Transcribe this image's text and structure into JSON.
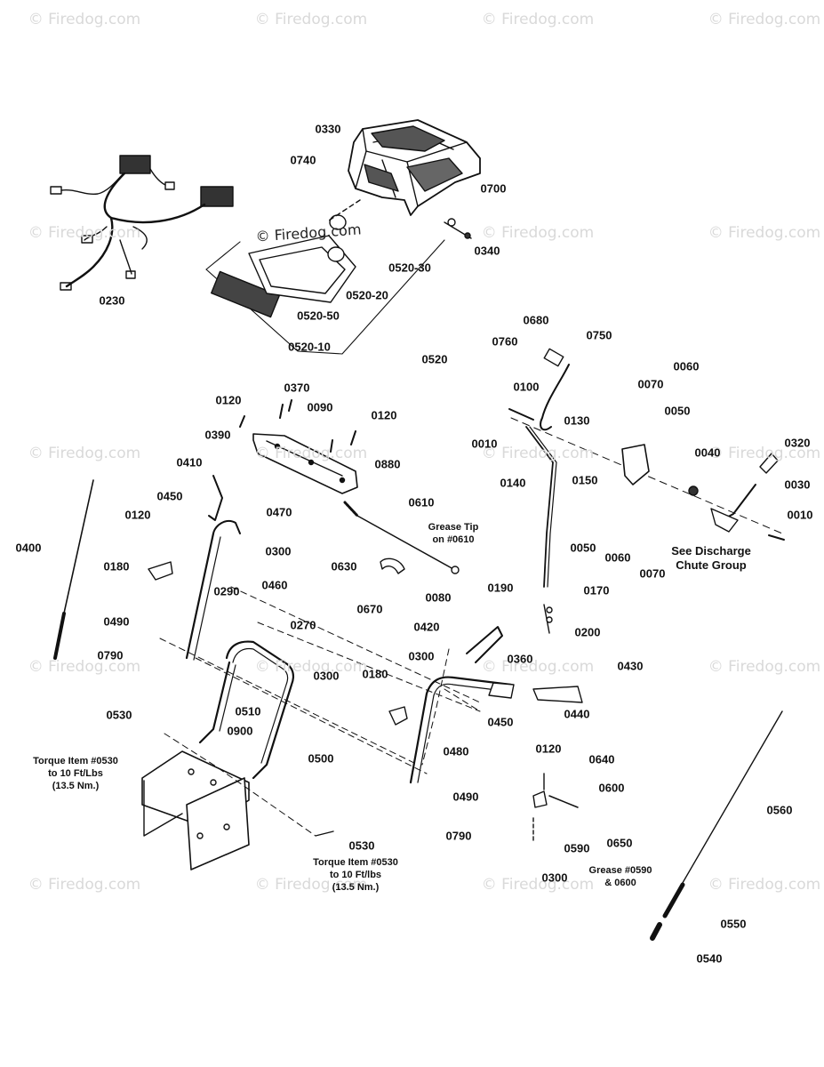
{
  "watermark": {
    "text": "© Firedog.com",
    "center_text": "© Firedog.com"
  },
  "parts": [
    "0330",
    "0740",
    "0700",
    "0340",
    "0520-30",
    "0520-20",
    "0520-50",
    "0520-10",
    "0520",
    "0230",
    "0680",
    "0760",
    "0750",
    "0100",
    "0060",
    "0070",
    "0050",
    "0130",
    "0010",
    "0320",
    "0040",
    "0030",
    "0140",
    "0150",
    "0010",
    "0050",
    "0060",
    "0070",
    "0120",
    "0370",
    "0090",
    "0120",
    "0390",
    "0880",
    "0410",
    "0450",
    "0470",
    "0120",
    "0300",
    "0610",
    "0400",
    "0180",
    "0290",
    "0460",
    "0630",
    "0670",
    "0490",
    "0270",
    "0790",
    "0300",
    "0080",
    "0420",
    "0300",
    "0360",
    "0180",
    "0190",
    "0170",
    "0200",
    "0430",
    "0440",
    "0450",
    "0120",
    "0510",
    "0530",
    "0900",
    "0500",
    "0480",
    "0640",
    "0600",
    "0490",
    "0790",
    "0650",
    "0590",
    "0560",
    "0530",
    "0300",
    "0550",
    "0540"
  ],
  "notes": {
    "grease_tip": "Grease Tip\non #0610",
    "discharge": "See Discharge\nChute Group",
    "torque_left": "Torque Item #0530\nto 10 Ft/Lbs\n(13.5 Nm.)",
    "torque_bottom": "Torque Item #0530\nto 10 Ft/lbs\n(13.5 Nm.)",
    "grease_0590": "Grease #0590\n& 0600"
  },
  "colors": {
    "ink": "#111111",
    "watermark": "#d9d9d9"
  }
}
